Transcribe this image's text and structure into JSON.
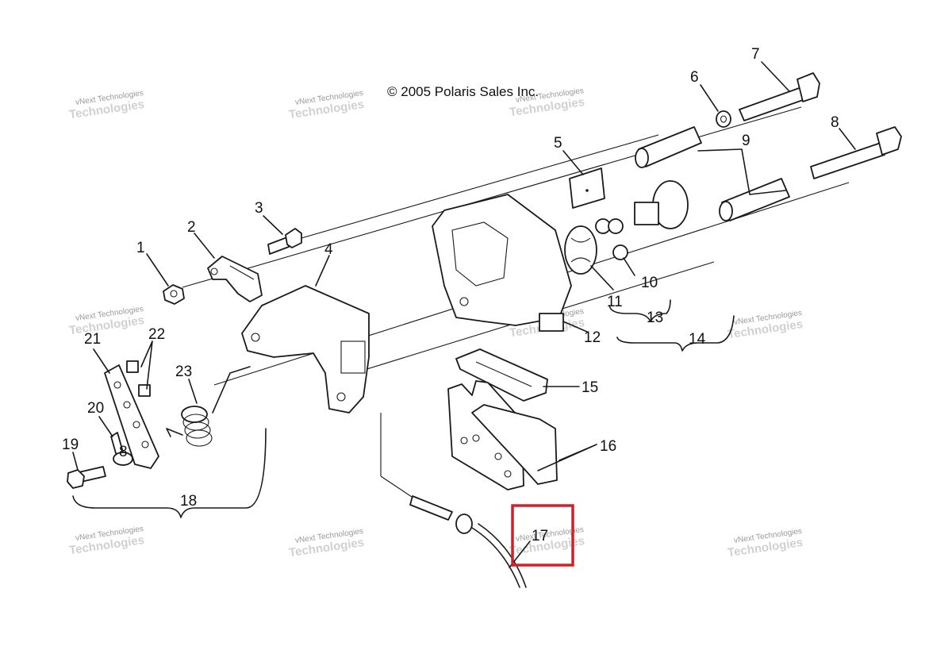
{
  "copyright": "© 2005 Polaris Sales Inc.",
  "watermark": {
    "line1": "vNext Technologies",
    "line2": "Technologies"
  },
  "callouts": {
    "c1": "1",
    "c2": "2",
    "c3": "3",
    "c4": "4",
    "c5": "5",
    "c6": "6",
    "c7": "7",
    "c8": "8",
    "c9": "9",
    "c10": "10",
    "c11": "11",
    "c12": "12",
    "c13": "13",
    "c14": "14",
    "c15": "15",
    "c16": "16",
    "c17": "17",
    "c18": "18",
    "c19": "19",
    "c20": "20",
    "c21": "21",
    "c22": "22",
    "c23": "23",
    "c8b": "8"
  },
  "highlight": {
    "callout": "17",
    "color": "#d0202a"
  },
  "colors": {
    "line": "#1a1a1a",
    "watermark": "#9a9a9a"
  }
}
